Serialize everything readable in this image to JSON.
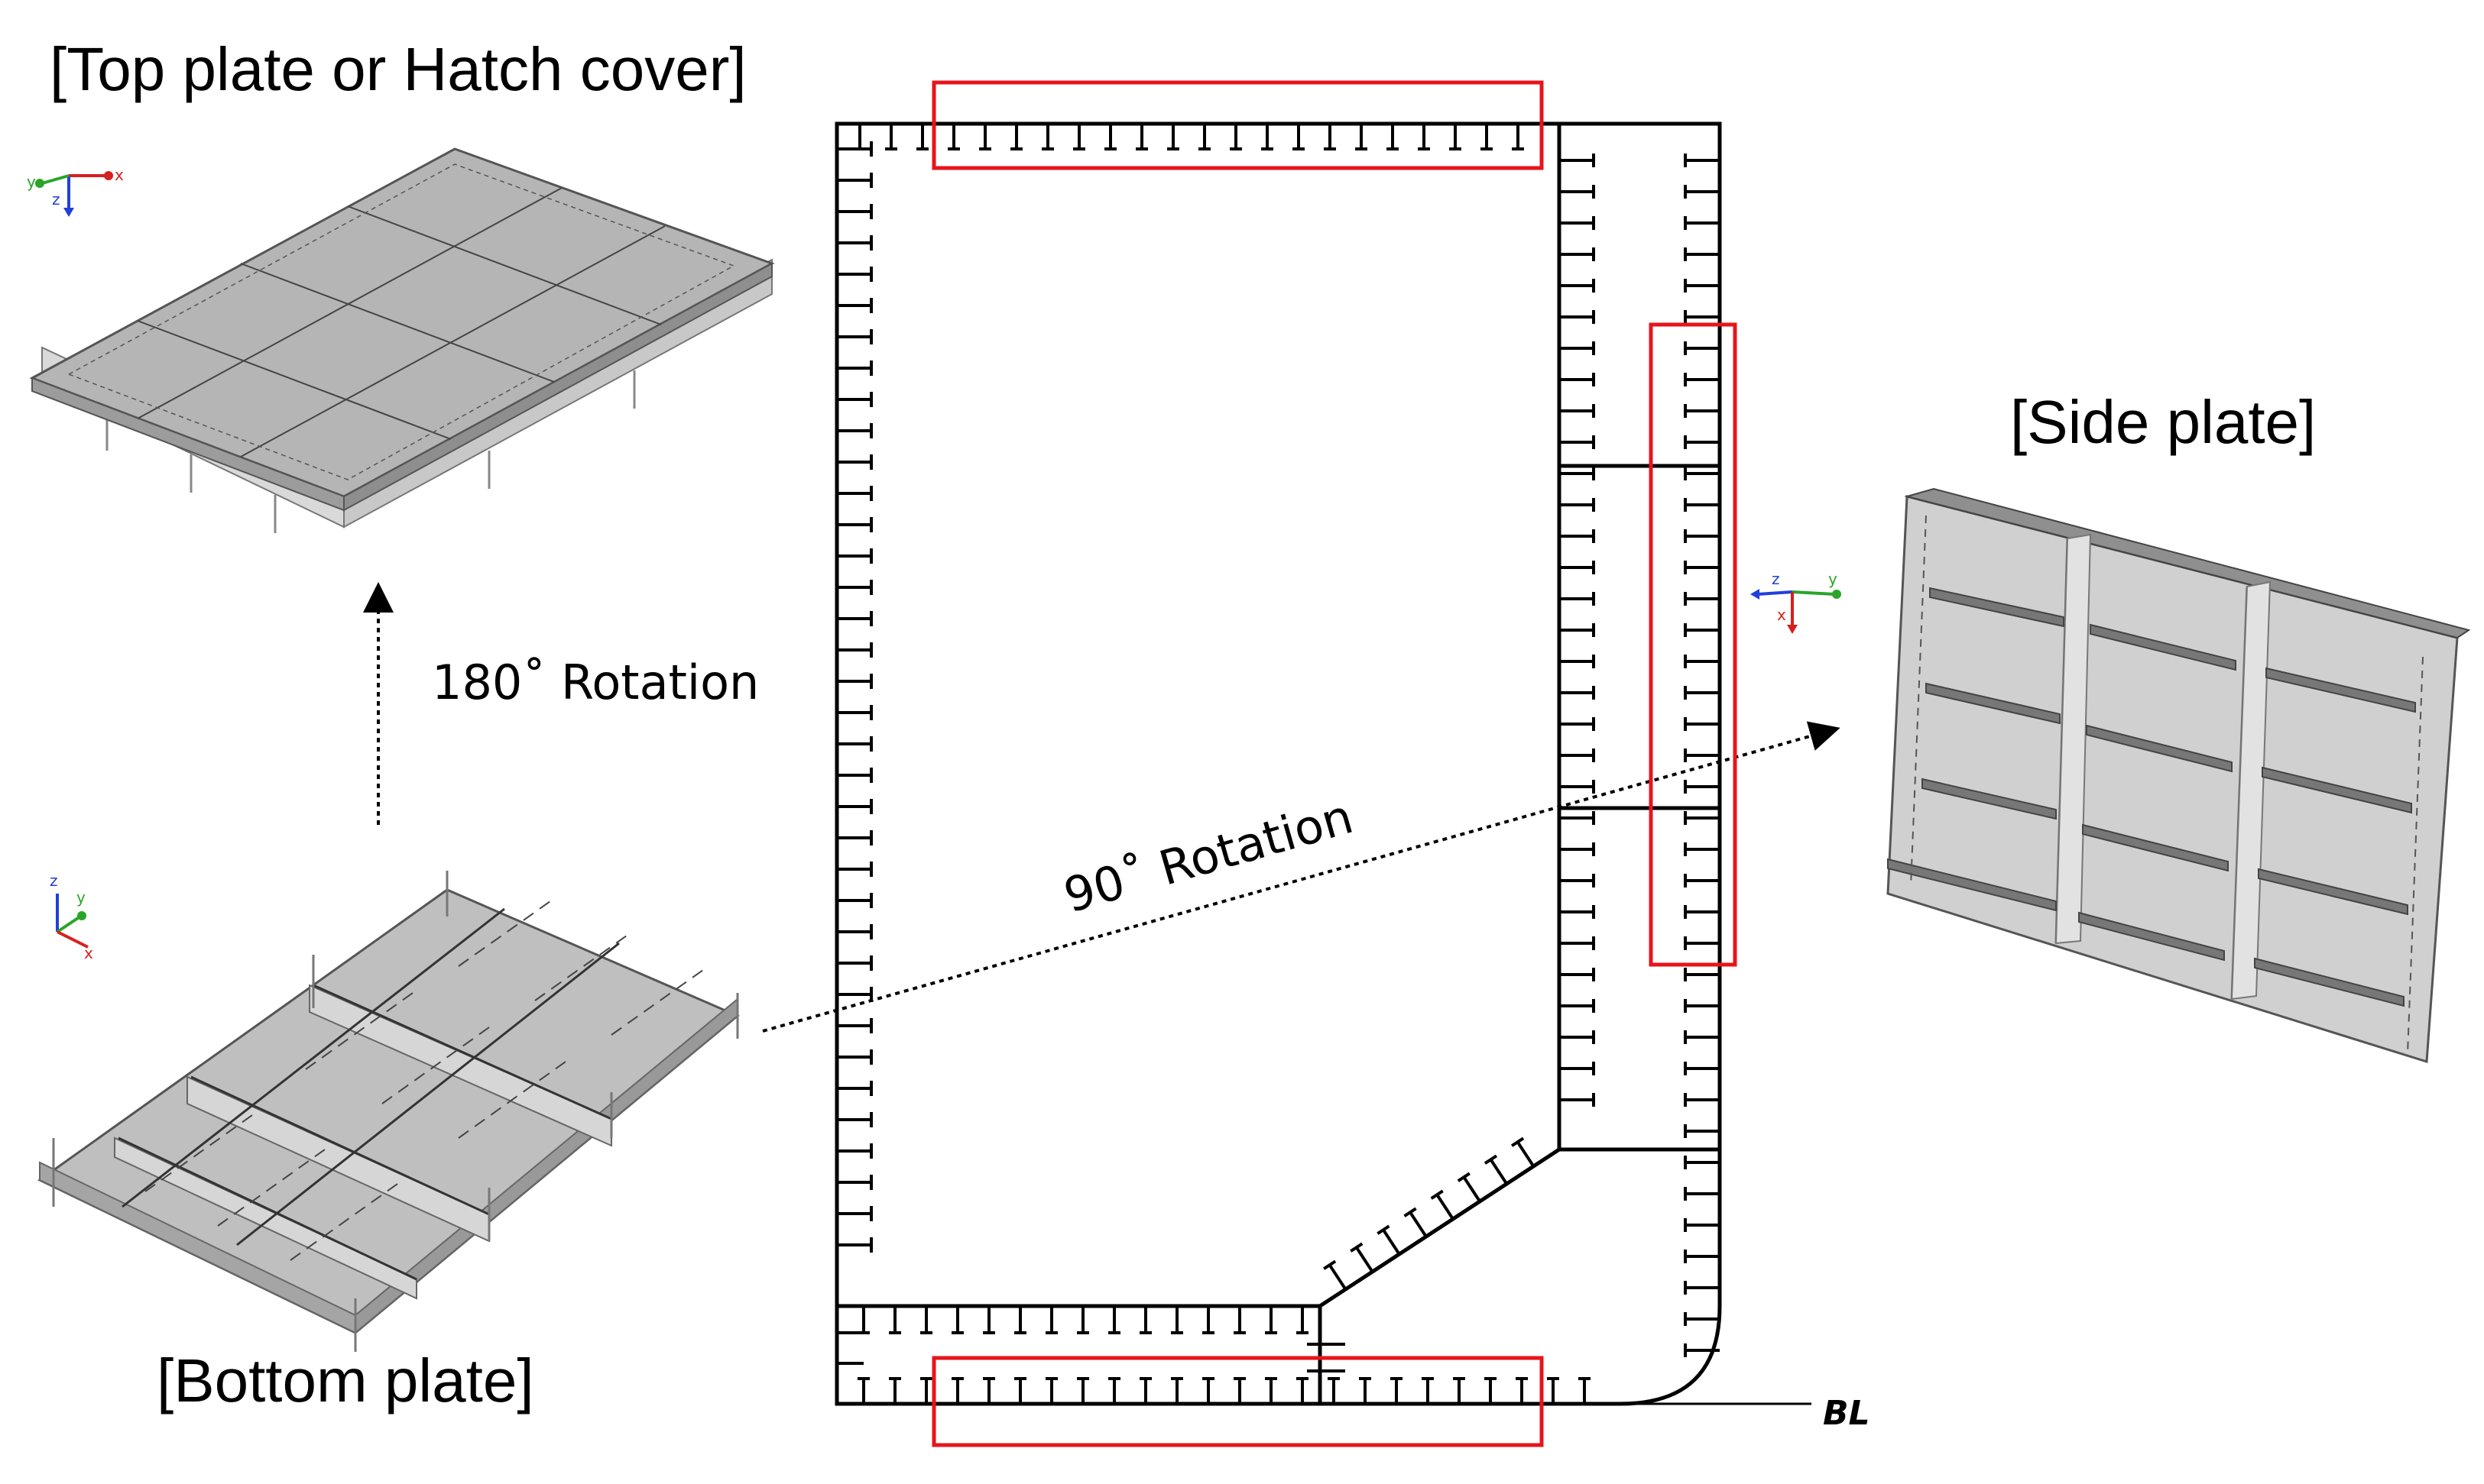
{
  "labels": {
    "top_plate": "[Top plate or Hatch cover]",
    "side_plate": "[Side plate]",
    "bottom_plate": "[Bottom plate]",
    "rotation_180": "180˚ Rotation",
    "rotation_90": "90˚ Rotation",
    "baseline": "BL"
  },
  "axes": {
    "top": {
      "a": "z",
      "b": "x",
      "c": "y"
    },
    "bottom": {
      "a": "z",
      "b": "y",
      "c": "x"
    },
    "side": {
      "a": "z",
      "b": "y",
      "c": "x"
    }
  },
  "colors": {
    "highlight": "#e8141b",
    "structure": "#000000",
    "plate_fill": "#b7b7b7",
    "axis_x": "#d62020",
    "axis_y": "#2aa52a",
    "axis_z": "#2040d8"
  }
}
